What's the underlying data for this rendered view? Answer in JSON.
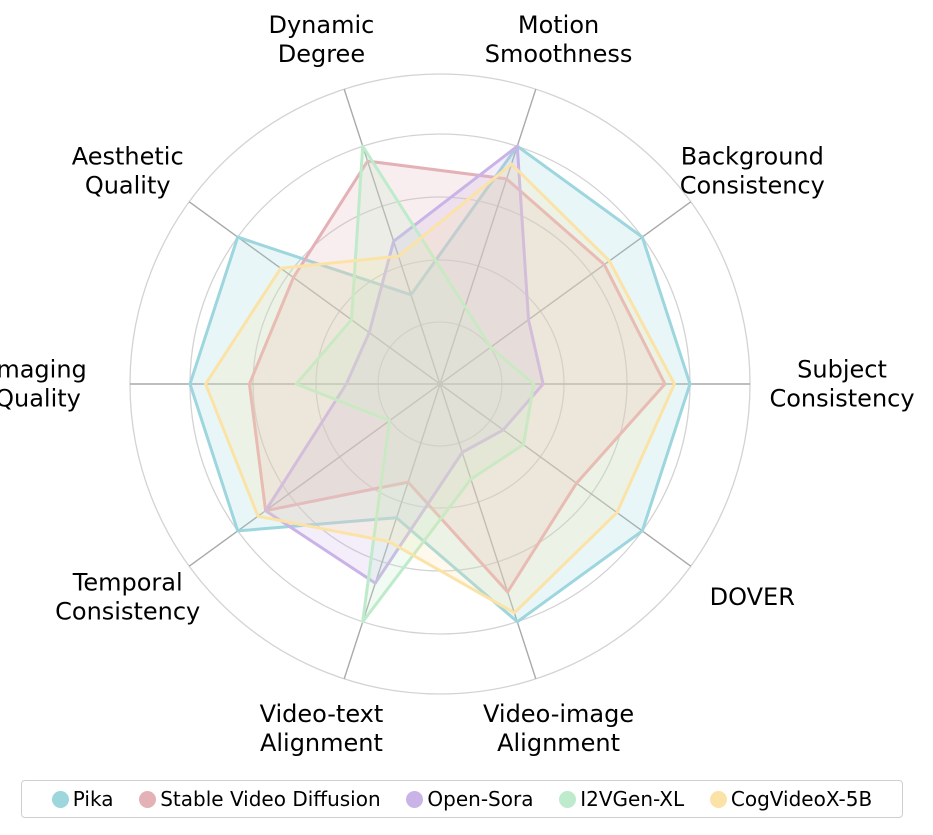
{
  "chart_data": {
    "type": "radar",
    "axes": [
      [
        "Subject",
        "Consistency"
      ],
      [
        "Background",
        "Consistency"
      ],
      [
        "Motion",
        "Smoothness"
      ],
      [
        "Dynamic",
        "Degree"
      ],
      [
        "Aesthetic",
        "Quality"
      ],
      [
        "Imaging",
        "Quality"
      ],
      [
        "Temporal",
        "Consistency"
      ],
      [
        "Video-text",
        "Alignment"
      ],
      [
        "Video-image",
        "Alignment"
      ],
      [
        "DOVER"
      ]
    ],
    "rlim": [
      0,
      1
    ],
    "grid": true,
    "legend_position": "bottom",
    "series": [
      {
        "name": "Pika",
        "color": "#9dd6dd",
        "values": [
          0.8,
          0.8,
          0.8,
          0.3,
          0.8,
          0.8,
          0.8,
          0.45,
          0.8,
          0.8
        ]
      },
      {
        "name": "Stable Video Diffusion",
        "color": "#e3b1b6",
        "values": [
          0.72,
          0.65,
          0.69,
          0.75,
          0.58,
          0.61,
          0.69,
          0.33,
          0.7,
          0.54
        ]
      },
      {
        "name": "Open-Sora",
        "color": "#c9b3e7",
        "values": [
          0.33,
          0.35,
          0.8,
          0.48,
          0.28,
          0.3,
          0.69,
          0.67,
          0.23,
          0.25
        ]
      },
      {
        "name": "I2VGen-XL",
        "color": "#bdebcb",
        "values": [
          0.3,
          0.2,
          0.26,
          0.8,
          0.35,
          0.46,
          0.2,
          0.8,
          0.32,
          0.33
        ]
      },
      {
        "name": "CogVideoX-5B",
        "color": "#fbe3a7",
        "values": [
          0.75,
          0.67,
          0.74,
          0.43,
          0.63,
          0.75,
          0.72,
          0.53,
          0.77,
          0.7
        ]
      }
    ]
  }
}
